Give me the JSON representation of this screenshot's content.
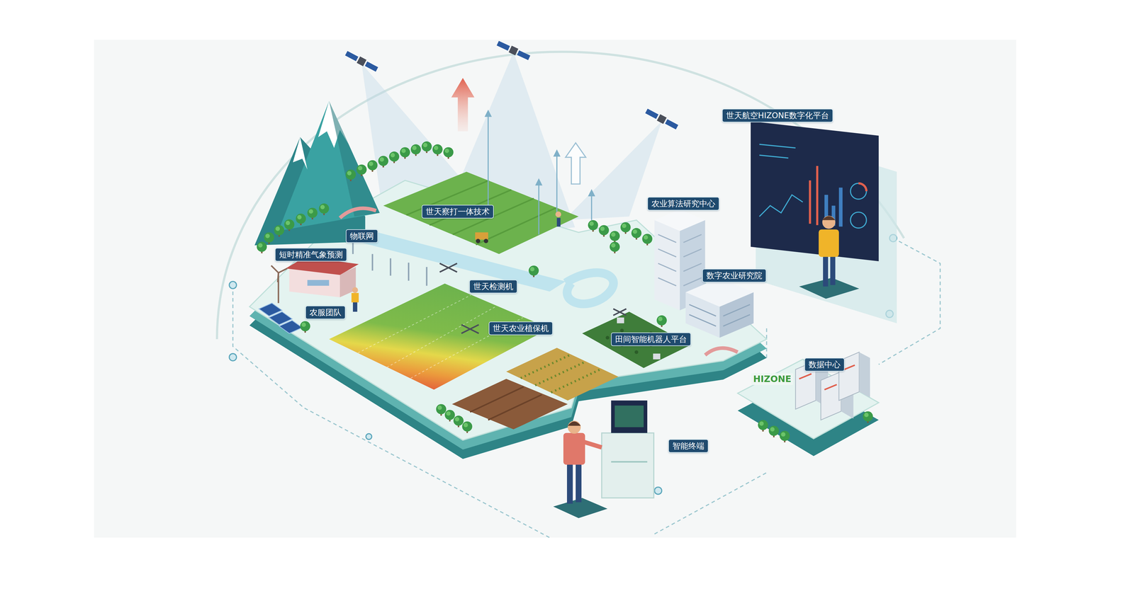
{
  "diagram": {
    "nodes": [
      {
        "text": [
          "世天航空HIZONE数字化平台"
        ]
      },
      {
        "text": [
          "农业算法研究中心"
        ]
      },
      {
        "text": [
          "世天察打一体技术"
        ]
      },
      {
        "text": [
          "物联网"
        ]
      },
      {
        "text": [
          "短时精准气象预测"
        ]
      },
      {
        "text": [
          "数字农业研究院"
        ]
      },
      {
        "text": [
          "世天检测机"
        ]
      },
      {
        "text": [
          "农服团队"
        ]
      },
      {
        "text": [
          "世天农业植保机"
        ]
      },
      {
        "text": [
          "田间智能机器人平台"
        ]
      },
      {
        "text": [
          "数据中心"
        ]
      },
      {
        "text": [
          "智能终端"
        ]
      }
    ],
    "labels": [
      "HIZONE"
    ]
  }
}
